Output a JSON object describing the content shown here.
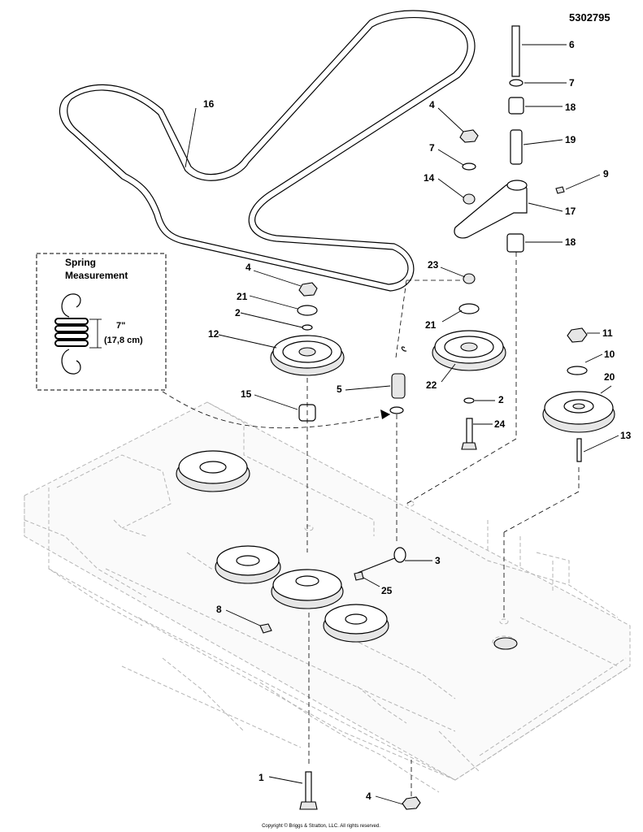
{
  "document_number": "5302795",
  "copyright": "Copyright © Briggs & Stratton, LLC. All rights reserved.",
  "inset": {
    "title_line1": "Spring",
    "title_line2": "Measurement",
    "dimension_in": "7\"",
    "dimension_cm": "(17,8 cm)"
  },
  "callouts": {
    "c1": "1",
    "c2a": "2",
    "c2b": "2",
    "c3": "3",
    "c4a": "4",
    "c4b": "4",
    "c4c": "4",
    "c5": "5",
    "c6": "6",
    "c7a": "7",
    "c7b": "7",
    "c8": "8",
    "c9": "9",
    "c10": "10",
    "c11": "11",
    "c12": "12",
    "c13": "13",
    "c14": "14",
    "c15": "15",
    "c16": "16",
    "c17": "17",
    "c18a": "18",
    "c18b": "18",
    "c19": "19",
    "c20": "20",
    "c21a": "21",
    "c21b": "21",
    "c22": "22",
    "c23": "23",
    "c24": "24",
    "c25": "25"
  }
}
